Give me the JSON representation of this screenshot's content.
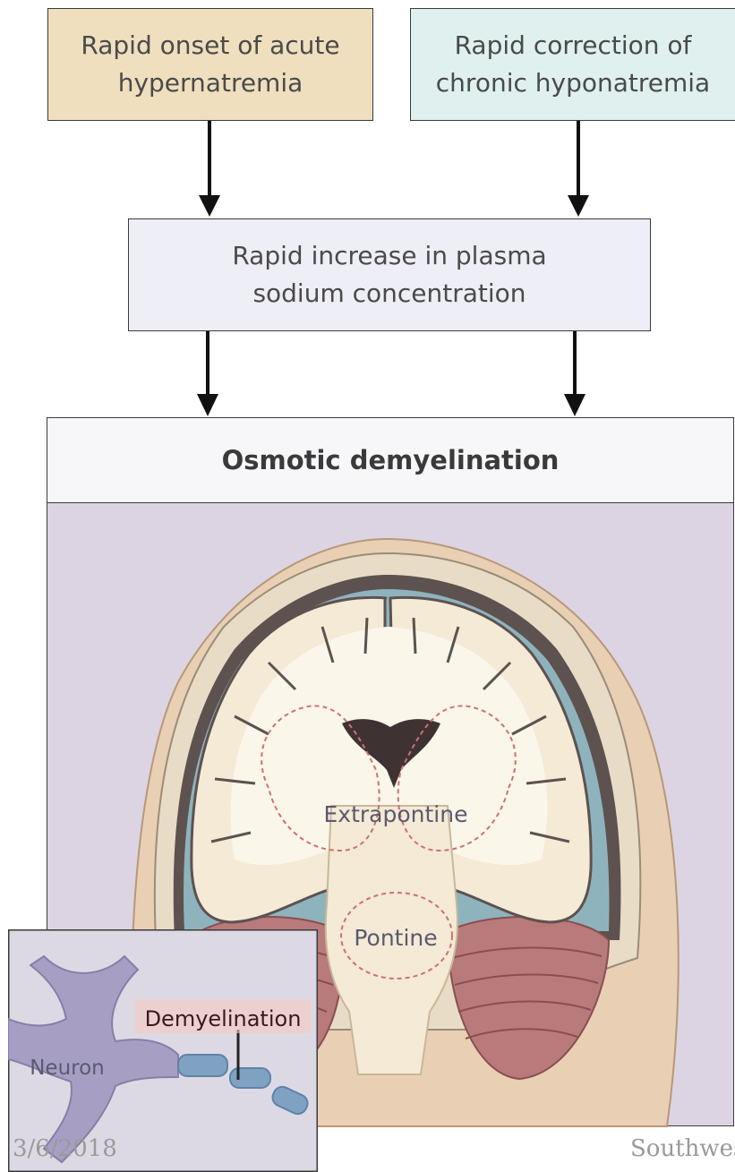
{
  "flow": {
    "box_a": [
      "Rapid onset of acute",
      "hypernatremia"
    ],
    "box_b": [
      "Rapid correction of",
      "chronic hyponatremia"
    ],
    "box_c": [
      "Rapid increase in plasma",
      "sodium concentration"
    ],
    "panel_title": "Osmotic demyelination"
  },
  "illustration": {
    "extrapontine_label": "Extrapontine",
    "pontine_label": "Pontine"
  },
  "inset": {
    "neuron_label": "Neuron",
    "demyelination_label": "Demyelination"
  },
  "footer": {
    "date": "3/6/2018",
    "source": "Southwes"
  }
}
